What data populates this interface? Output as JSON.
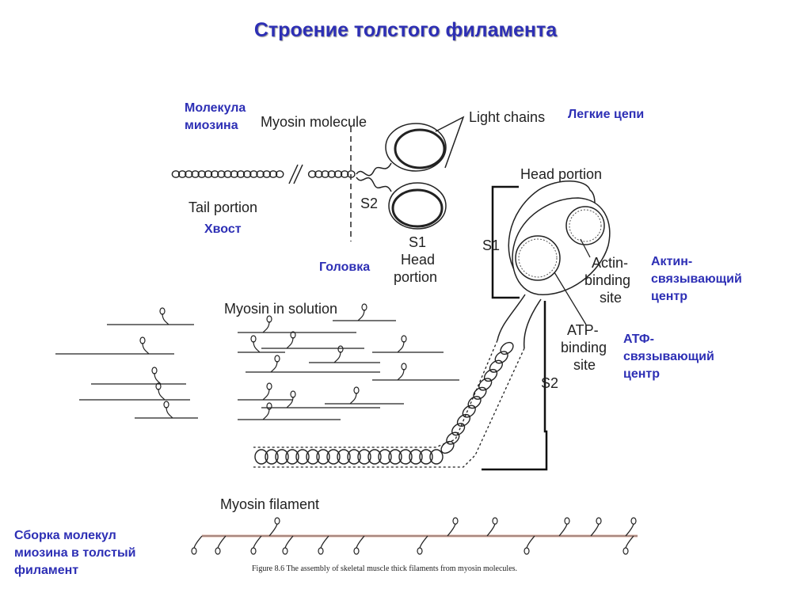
{
  "title": "Строение толстого филамента",
  "russian_labels": {
    "myosin_molecule": [
      "Молекула",
      "миозина"
    ],
    "light_chains": "Легкие цепи",
    "tail": "Хвост",
    "head": "Головка",
    "actin_site": [
      "Актин-",
      "связывающий",
      "центр"
    ],
    "atp_site": [
      "АТФ-",
      "связывающий",
      "центр"
    ],
    "assembly": [
      "Сборка молекул",
      "миозина в толстый",
      "филамент"
    ]
  },
  "figure_labels": {
    "myosin_molecule": "Myosin molecule",
    "light_chains": "Light chains",
    "tail_portion": "Tail portion",
    "s2": "S2",
    "s1": "S1",
    "head_portion_stacked": [
      "Head",
      "portion"
    ],
    "head_portion": "Head portion",
    "actin_binding": [
      "Actin-",
      "binding",
      "site"
    ],
    "atp_binding": [
      "ATP-",
      "binding",
      "site"
    ],
    "myosin_in_solution": "Myosin in solution",
    "myosin_filament": "Myosin filament",
    "caption": "Figure 8.6 The assembly of skeletal muscle thick filaments from myosin molecules."
  },
  "colors": {
    "russian_text": "#2d2fb5",
    "line": "#222222",
    "filament_core": "#d9a89a"
  }
}
